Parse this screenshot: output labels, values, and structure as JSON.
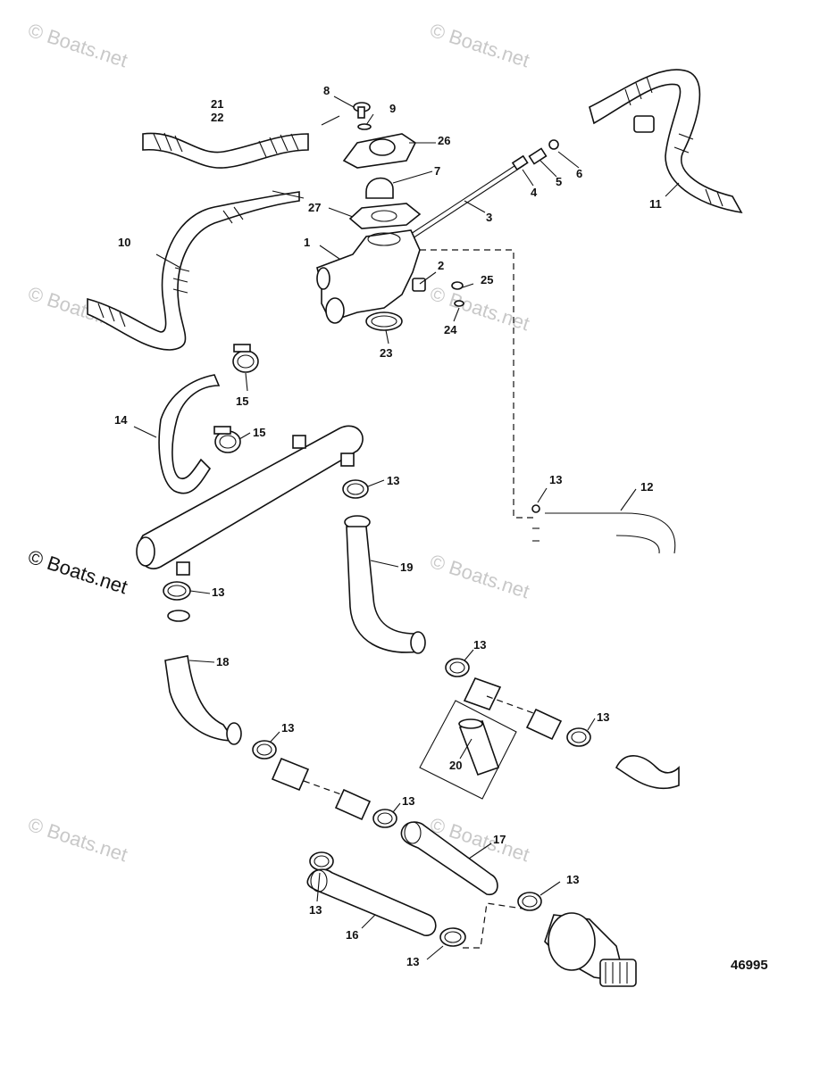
{
  "watermarks": {
    "light": "© Boats.net",
    "dark": "© Boats.net"
  },
  "figure_number": "46995",
  "callouts": {
    "c1": "1",
    "c2": "2",
    "c3": "3",
    "c4": "4",
    "c5": "5",
    "c6": "6",
    "c7": "7",
    "c8": "8",
    "c9": "9",
    "c10": "10",
    "c11": "11",
    "c12": "12",
    "c13": "13",
    "c14": "14",
    "c15": "15",
    "c16": "16",
    "c17": "17",
    "c18": "18",
    "c19": "19",
    "c20": "20",
    "c21": "21",
    "c22": "22",
    "c23": "23",
    "c24": "24",
    "c25": "25",
    "c26": "26",
    "c27": "27"
  },
  "colors": {
    "line": "#111111",
    "watermark": "#c8c8c8"
  }
}
